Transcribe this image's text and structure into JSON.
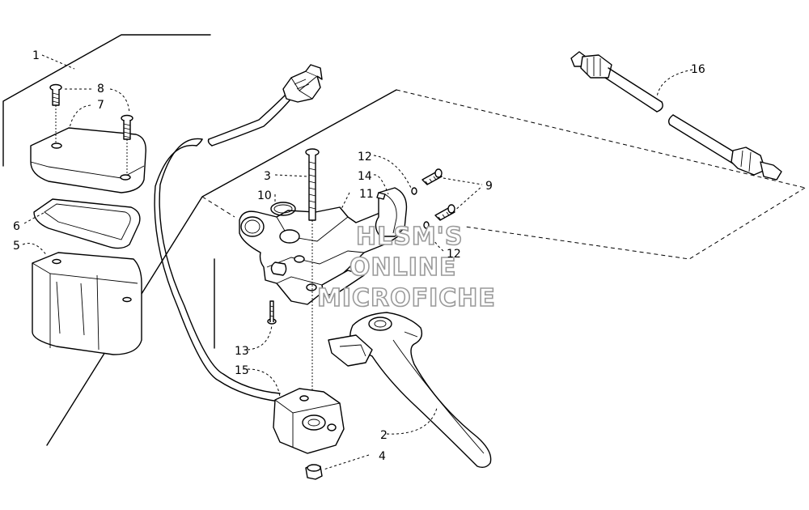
{
  "watermark": [
    "HLSM'S",
    "ONLINE",
    "MICROFICHE"
  ],
  "callouts": {
    "c1": "1",
    "c2": "2",
    "c3": "3",
    "c4": "4",
    "c5": "5",
    "c6": "6",
    "c7": "7",
    "c8": "8",
    "c9": "9",
    "c10": "10",
    "c11": "11",
    "c12a": "12",
    "c12b": "12",
    "c13": "13",
    "c14": "14",
    "c15": "15",
    "c16": "16"
  }
}
